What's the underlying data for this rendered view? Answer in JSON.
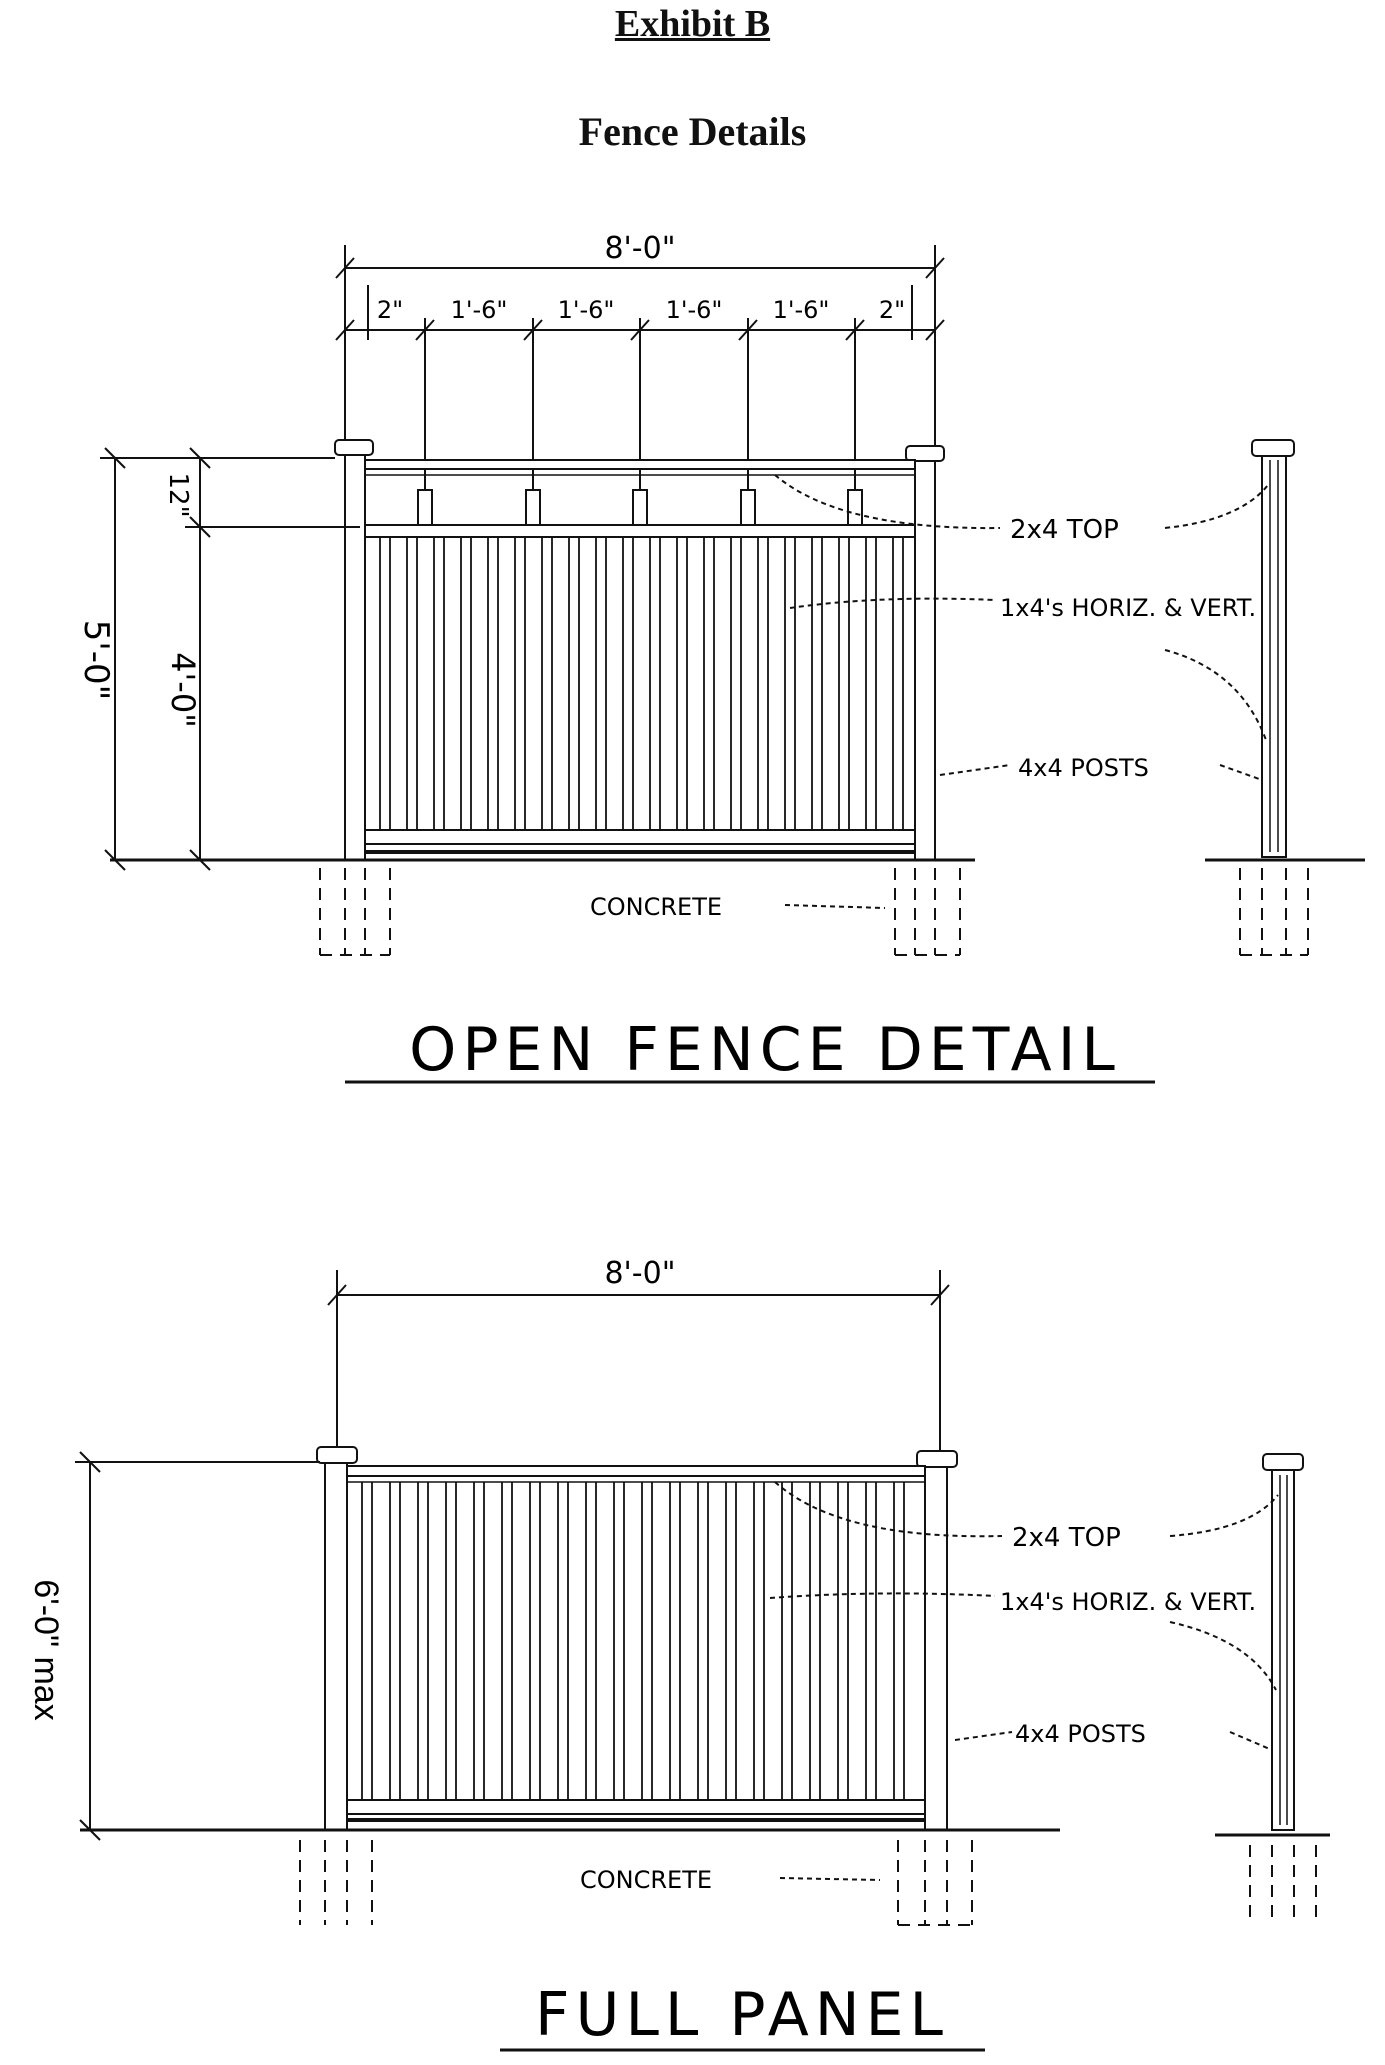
{
  "header": {
    "exhibit": "Exhibit B",
    "subtitle": "Fence Details"
  },
  "open_fence": {
    "title": "OPEN FENCE DETAIL",
    "overall_width": "8'-0\"",
    "spacing": [
      "2\"",
      "1'-6\"",
      "1'-6\"",
      "1'-6\"",
      "1'-6\"",
      "2\""
    ],
    "height_total": "5'-0\"",
    "height_lower": "4'-0\"",
    "height_upper": "12\"",
    "label_top": "2x4 TOP",
    "label_boards": "1x4's HORIZ. & VERT.",
    "label_posts": "4x4 POSTS",
    "label_concrete": "CONCRETE"
  },
  "full_panel": {
    "title": "FULL PANEL",
    "overall_width": "8'-0\"",
    "height_total": "6'-0\" max",
    "label_top": "2x4 TOP",
    "label_boards": "1x4's HORIZ. & VERT.",
    "label_posts": "4x4 POSTS",
    "label_concrete": "CONCRETE"
  }
}
